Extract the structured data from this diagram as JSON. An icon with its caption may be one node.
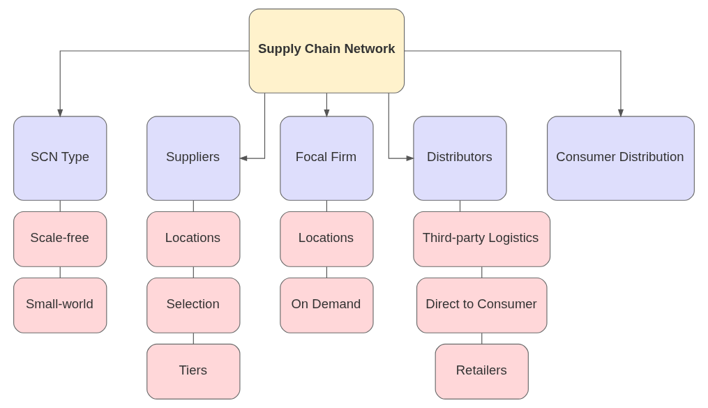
{
  "diagram": {
    "nodes": [
      {
        "text": [
          "Supply Chain Network"
        ]
      },
      {
        "text": [
          "SCN Type"
        ]
      },
      {
        "text": [
          "Suppliers"
        ]
      },
      {
        "text": [
          "Focal Firm"
        ]
      },
      {
        "text": [
          "Distributors"
        ]
      },
      {
        "text": [
          "Consumer Distribution"
        ]
      },
      {
        "text": [
          "Scale-free"
        ]
      },
      {
        "text": [
          "Small-world"
        ]
      },
      {
        "text": [
          "Locations"
        ]
      },
      {
        "text": [
          "Selection"
        ]
      },
      {
        "text": [
          "Tiers"
        ]
      },
      {
        "text": [
          "Locations"
        ]
      },
      {
        "text": [
          "On Demand"
        ]
      },
      {
        "text": [
          "Third-party Logistics"
        ]
      },
      {
        "text": [
          "Direct to Consumer"
        ]
      },
      {
        "text": [
          "Retailers"
        ]
      }
    ],
    "edges": [
      {
        "from": 0,
        "to": 1,
        "arrow": "to"
      },
      {
        "from": 0,
        "to": 2,
        "arrow": "to"
      },
      {
        "from": 0,
        "to": 3,
        "arrow": "to"
      },
      {
        "from": 0,
        "to": 4,
        "arrow": "to"
      },
      {
        "from": 0,
        "to": 5,
        "arrow": "to"
      },
      {
        "from": 1,
        "to": 6,
        "arrow": "none"
      },
      {
        "from": 6,
        "to": 7,
        "arrow": "none"
      },
      {
        "from": 2,
        "to": 8,
        "arrow": "none"
      },
      {
        "from": 8,
        "to": 9,
        "arrow": "none"
      },
      {
        "from": 9,
        "to": 10,
        "arrow": "none"
      },
      {
        "from": 3,
        "to": 11,
        "arrow": "none"
      },
      {
        "from": 11,
        "to": 12,
        "arrow": "none"
      },
      {
        "from": 4,
        "to": 13,
        "arrow": "none"
      },
      {
        "from": 13,
        "to": 14,
        "arrow": "none"
      },
      {
        "from": 14,
        "to": 15,
        "arrow": "none"
      }
    ]
  }
}
